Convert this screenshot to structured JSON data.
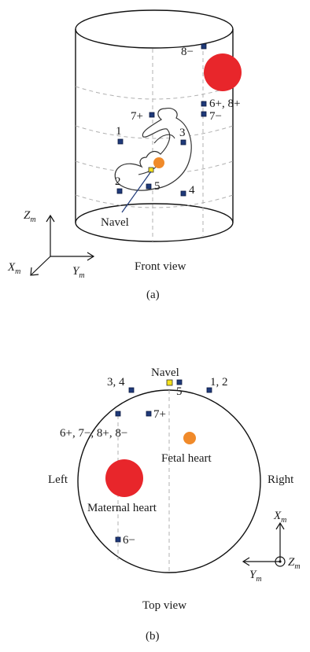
{
  "panel_a": {
    "caption": "(a)",
    "view_label": "Front view",
    "navel_label": "Navel",
    "axes": {
      "z": "Z",
      "z_sub": "m",
      "x": "X",
      "x_sub": "m",
      "y": "Y",
      "y_sub": "m"
    },
    "electrodes": [
      {
        "id": "8-",
        "label": "8−"
      },
      {
        "id": "6+8+",
        "label": "6+, 8+"
      },
      {
        "id": "7-",
        "label": "7−"
      },
      {
        "id": "7+",
        "label": "7+"
      },
      {
        "id": "1",
        "label": "1"
      },
      {
        "id": "3",
        "label": "3"
      },
      {
        "id": "2",
        "label": "2"
      },
      {
        "id": "5",
        "label": "5"
      },
      {
        "id": "4",
        "label": "4"
      }
    ],
    "colors": {
      "maternal_heart": "#e8262b",
      "fetal_heart": "#f08a2a",
      "navel_marker": "#f5e11a",
      "electrode": "#1f3a7a"
    }
  },
  "panel_b": {
    "caption": "(b)",
    "view_label": "Top view",
    "navel_label": "Navel",
    "left_label": "Left",
    "right_label": "Right",
    "fetal_heart_label": "Fetal heart",
    "maternal_heart_label": "Maternal heart",
    "axes": {
      "x": "X",
      "x_sub": "m",
      "y": "Y",
      "y_sub": "m",
      "z": "Z",
      "z_sub": "m"
    },
    "electrodes": [
      {
        "id": "3,4",
        "label": "3, 4"
      },
      {
        "id": "5",
        "label": "5"
      },
      {
        "id": "1,2",
        "label": "1, 2"
      },
      {
        "id": "7+",
        "label": "7+"
      },
      {
        "id": "6+7-8+8-",
        "label": "6+, 7−, 8+, 8−"
      },
      {
        "id": "6-",
        "label": "6−"
      }
    ]
  }
}
